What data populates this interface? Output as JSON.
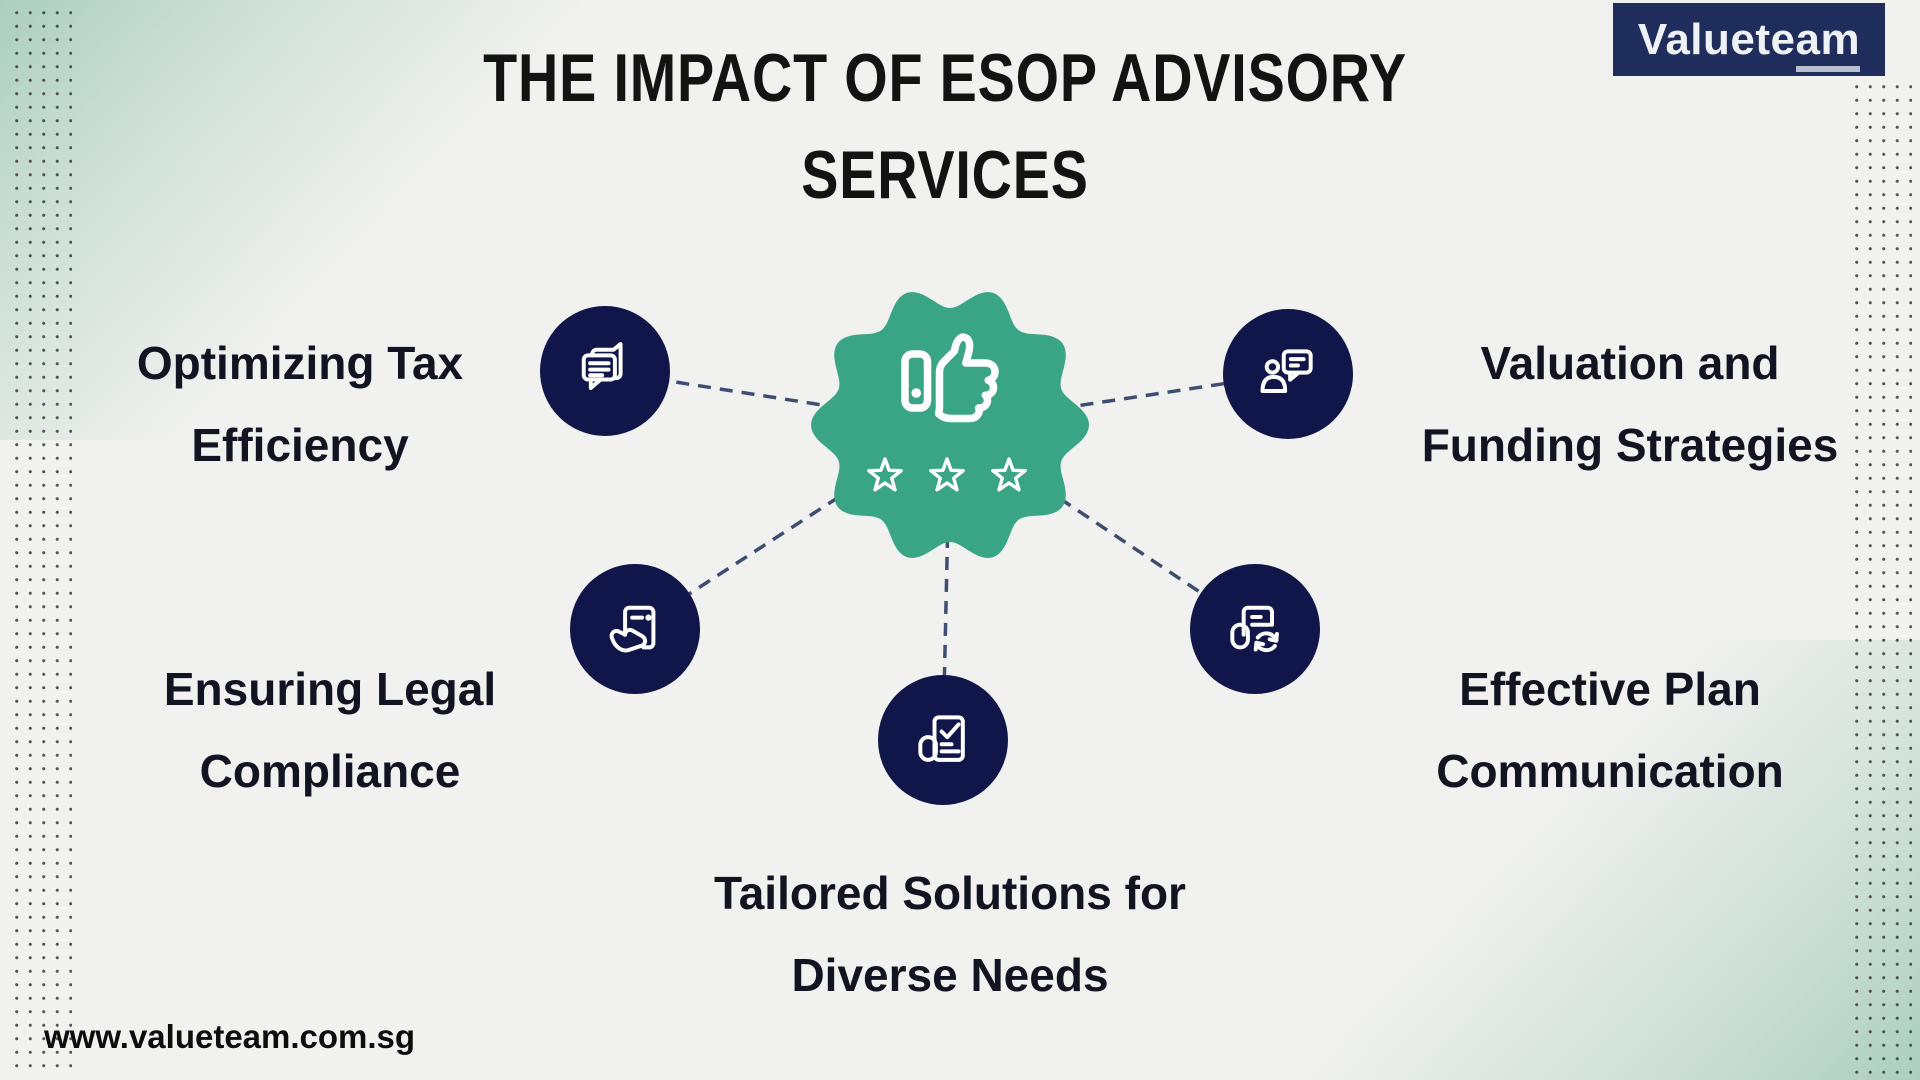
{
  "title": {
    "line1": "THE IMPACT OF ESOP ADVISORY",
    "line2": "SERVICES"
  },
  "logo": {
    "main": "Valuete",
    "underlined": "am"
  },
  "center": {
    "icon": "thumbs-up-three-stars-badge-icon"
  },
  "nodes": [
    {
      "id": "tax",
      "line1": "Optimizing Tax",
      "line2": "Efficiency",
      "icon": "chat-messages-icon"
    },
    {
      "id": "valuation",
      "line1": "Valuation and",
      "line2": "Funding Strategies",
      "icon": "person-chat-icon"
    },
    {
      "id": "legal",
      "line1": "Ensuring Legal",
      "line2": "Compliance",
      "icon": "hand-document-icon"
    },
    {
      "id": "comm",
      "line1": "Effective Plan",
      "line2": "Communication",
      "icon": "document-sync-icon"
    },
    {
      "id": "tailored",
      "line1": "Tailored Solutions for",
      "line2": "Diverse Needs",
      "icon": "checklist-document-icon"
    }
  ],
  "footer": {
    "url": "www.valueteam.com.sg"
  },
  "colors": {
    "background": "#f1f1ef",
    "badge_green": "#39a585",
    "circle_navy": "#10164a",
    "logo_navy": "#1e2d5c",
    "dash_line": "#3f4d73",
    "corner_teal": "#a8ccbe",
    "text": "#121421"
  }
}
